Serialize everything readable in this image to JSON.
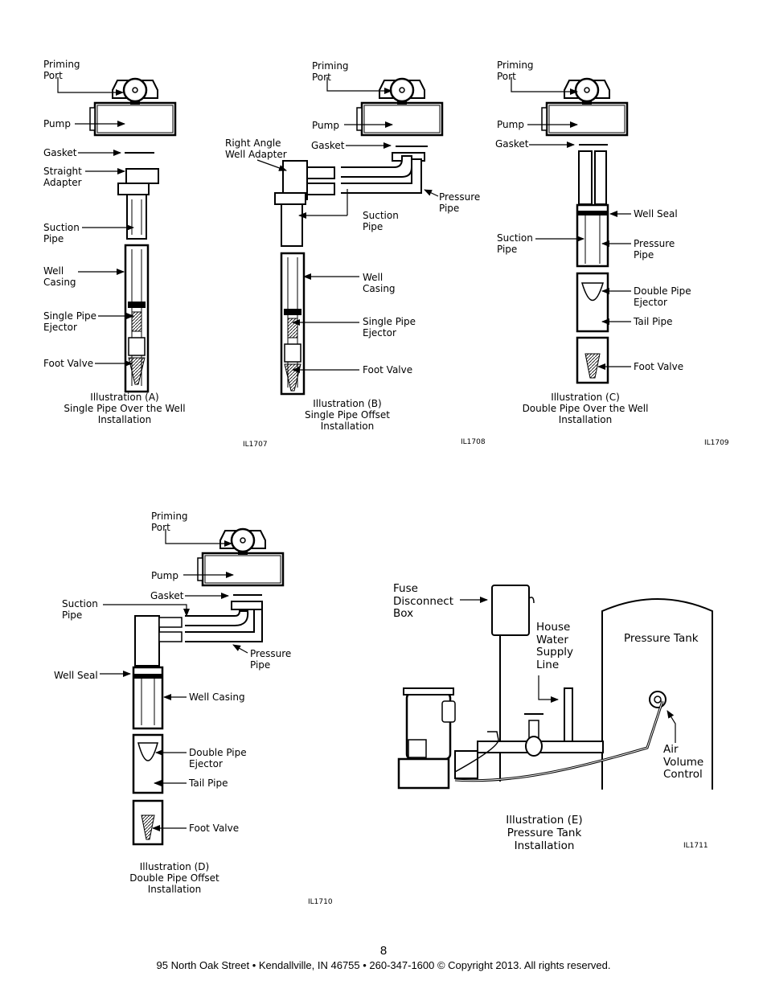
{
  "illustrations": {
    "a": {
      "labels": {
        "priming_port": "Priming\nPort",
        "pump": "Pump",
        "gasket": "Gasket",
        "straight_adapter": "Straight\nAdapter",
        "suction_pipe": "Suction\nPipe",
        "well_casing": "Well\nCasing",
        "single_pipe_ejector": "Single Pipe\nEjector",
        "foot_valve": "Foot Valve"
      },
      "caption": "Illustration (A)\nSingle Pipe Over the Well\nInstallation",
      "code": "IL1707"
    },
    "b": {
      "labels": {
        "priming_port": "Priming\nPort",
        "pump": "Pump",
        "gasket": "Gasket",
        "right_angle_well_adapter": "Right Angle\nWell Adapter",
        "pressure_pipe": "Pressure\nPipe",
        "suction_pipe": "Suction\nPipe",
        "well_casing": "Well\nCasing",
        "single_pipe_ejector": "Single Pipe\nEjector",
        "foot_valve": "Foot Valve"
      },
      "caption": "Illustration (B)\nSingle Pipe Offset\nInstallation",
      "code": "IL1708"
    },
    "c": {
      "labels": {
        "priming_port": "Priming\nPort",
        "pump": "Pump",
        "gasket": "Gasket",
        "well_seal": "Well Seal",
        "suction_pipe": "Suction\nPipe",
        "pressure_pipe": "Pressure\nPipe",
        "double_pipe_ejector": "Double Pipe\nEjector",
        "tail_pipe": "Tail Pipe",
        "foot_valve": "Foot Valve"
      },
      "caption": "Illustration (C)\nDouble Pipe Over the Well\nInstallation",
      "code": "IL1709"
    },
    "d": {
      "labels": {
        "priming_port": "Priming\nPort",
        "pump": "Pump",
        "gasket": "Gasket",
        "suction_pipe": "Suction\nPipe",
        "pressure_pipe": "Pressure\nPipe",
        "well_seal": "Well Seal",
        "well_casing": "Well Casing",
        "double_pipe_ejector": "Double Pipe\nEjector",
        "tail_pipe": "Tail Pipe",
        "foot_valve": "Foot Valve"
      },
      "caption": "Illustration (D)\nDouble Pipe Offset\nInstallation",
      "code": "IL1710"
    },
    "e": {
      "labels": {
        "fuse_disconnect_box": "Fuse\nDisconnect\nBox",
        "house_water_supply_line": "House\nWater\nSupply\nLine",
        "pressure_tank": "Pressure Tank",
        "air_volume_control": "Air\nVolume\nControl"
      },
      "caption": "Illustration (E)\nPressure Tank\nInstallation",
      "code": "IL1711"
    }
  },
  "footer": {
    "page_number": "8",
    "address": "95 North Oak Street • Kendallville, IN 46755 • 260-347-1600 © Copyright 2013. All rights reserved."
  }
}
